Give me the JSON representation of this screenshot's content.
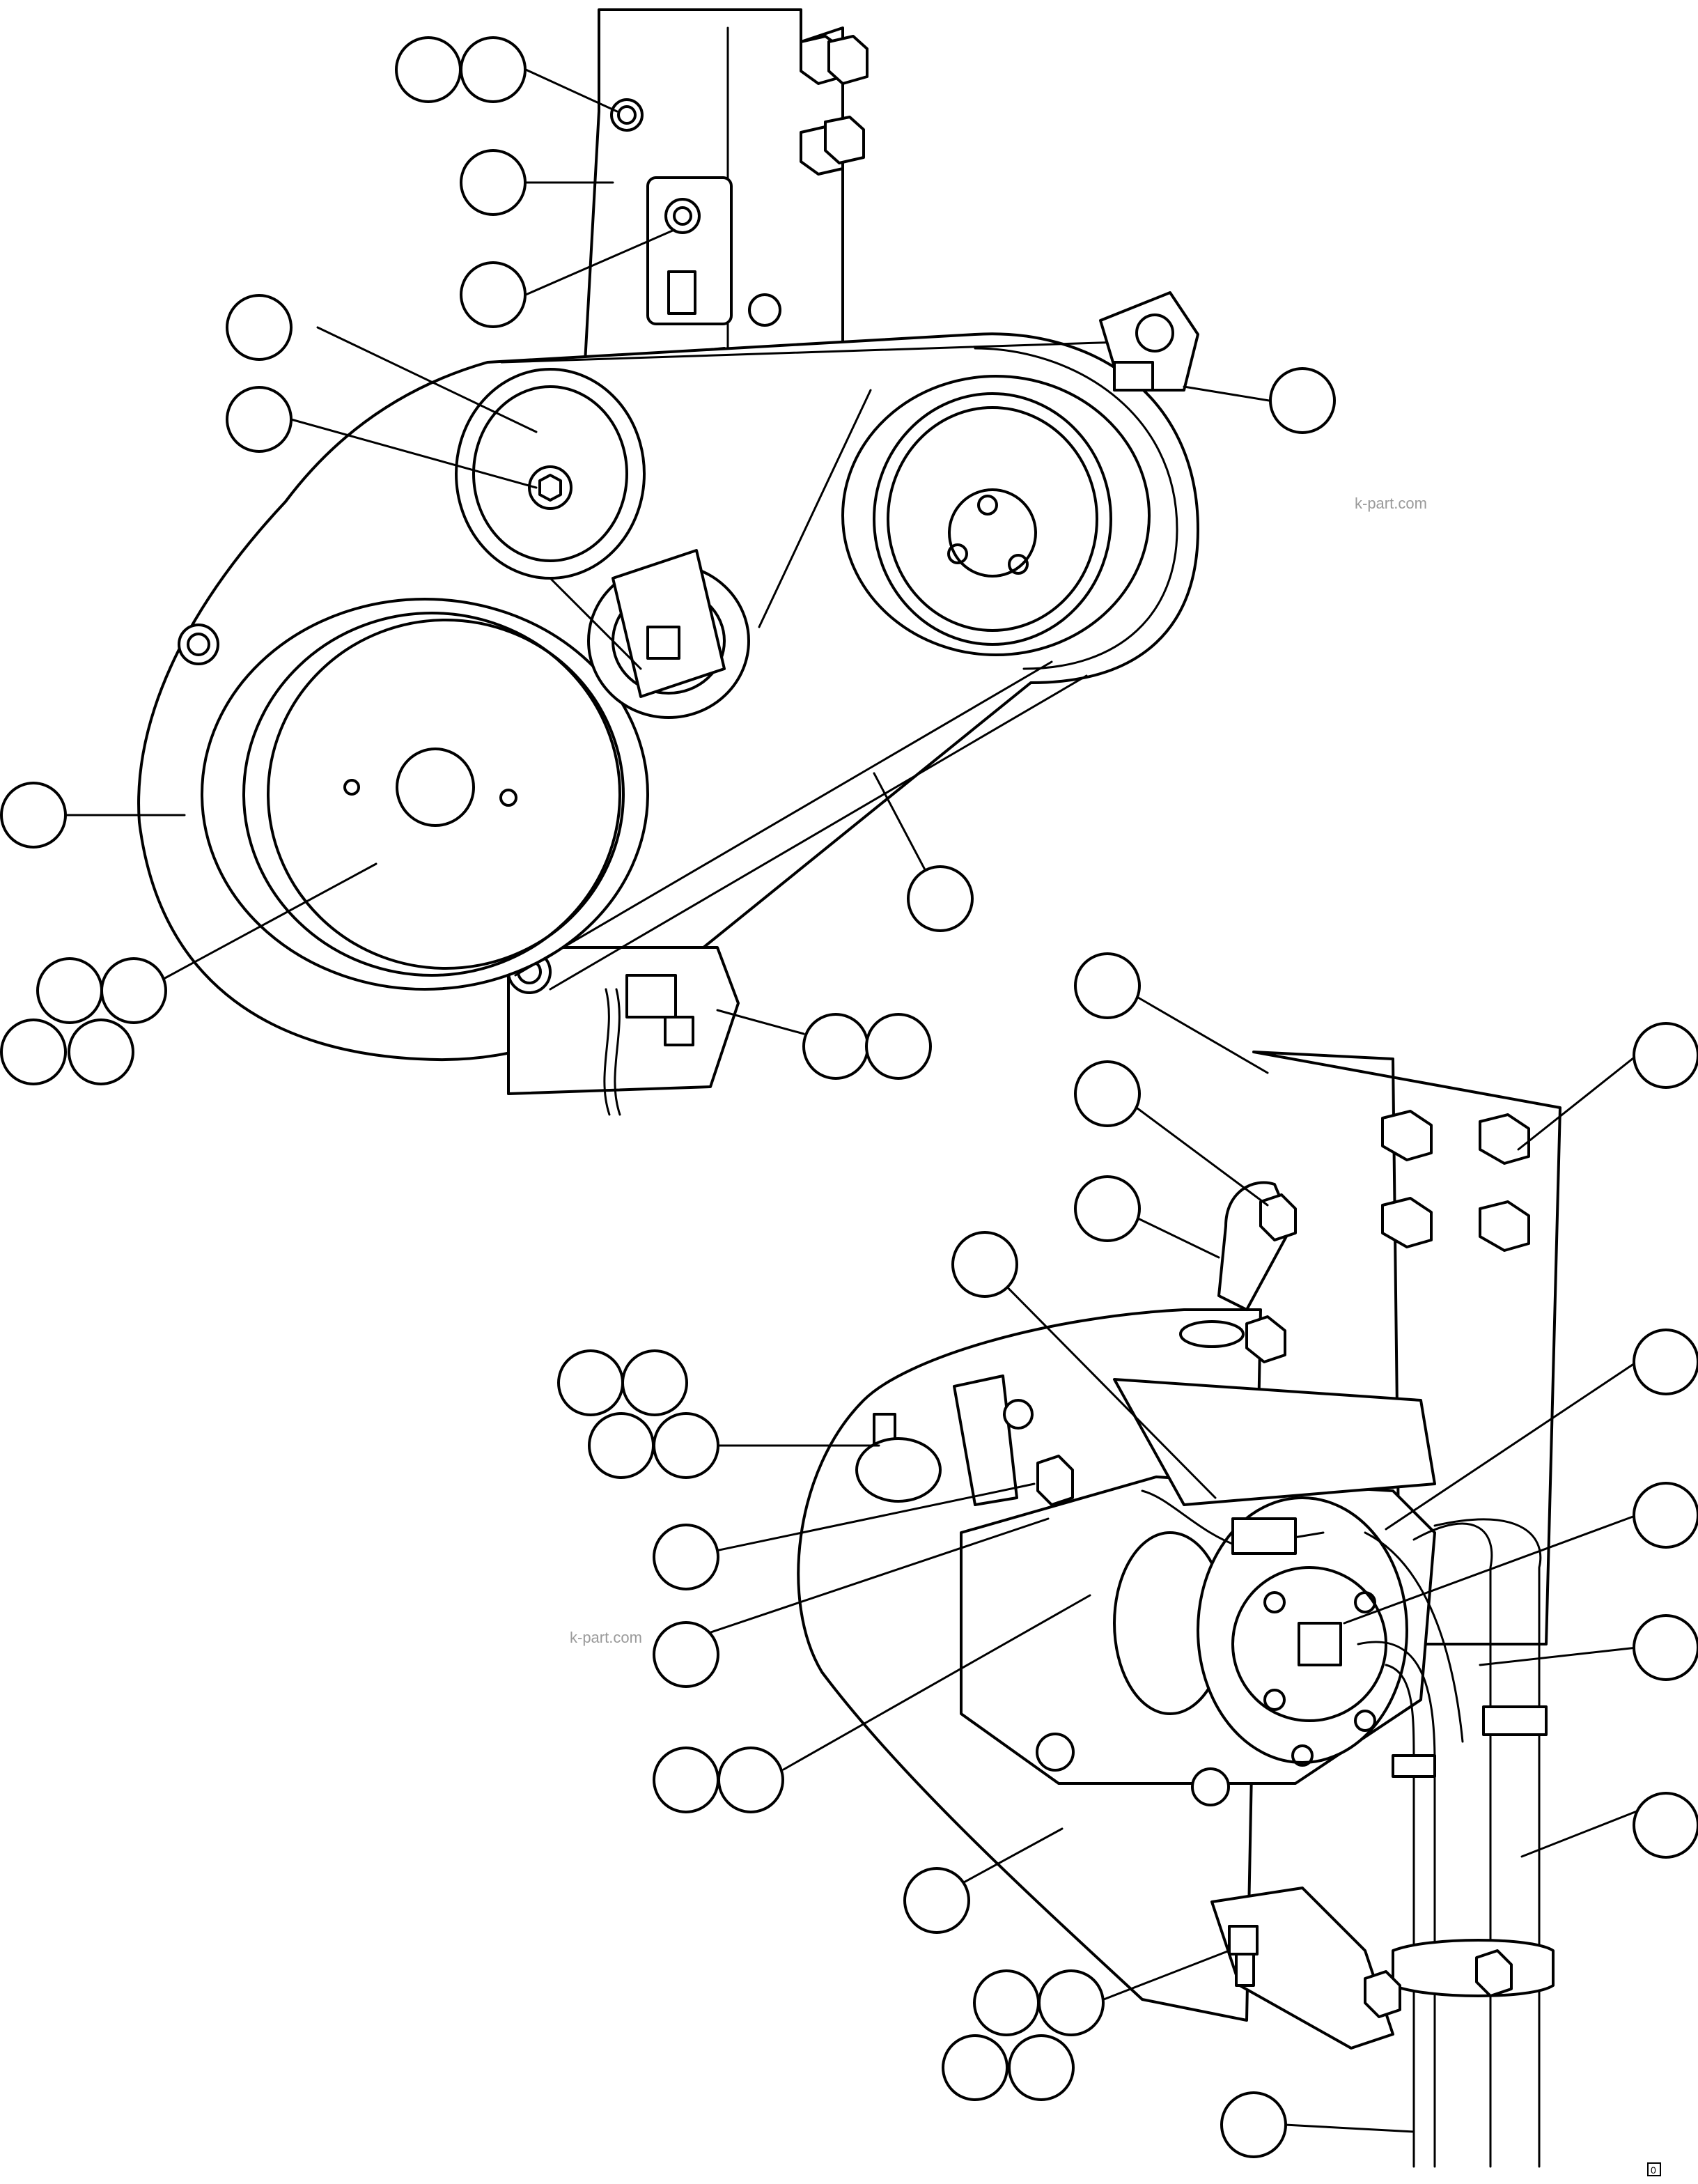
{
  "watermarks": [
    "k-part.com",
    "k-part.com"
  ],
  "figure_code": "0"
}
